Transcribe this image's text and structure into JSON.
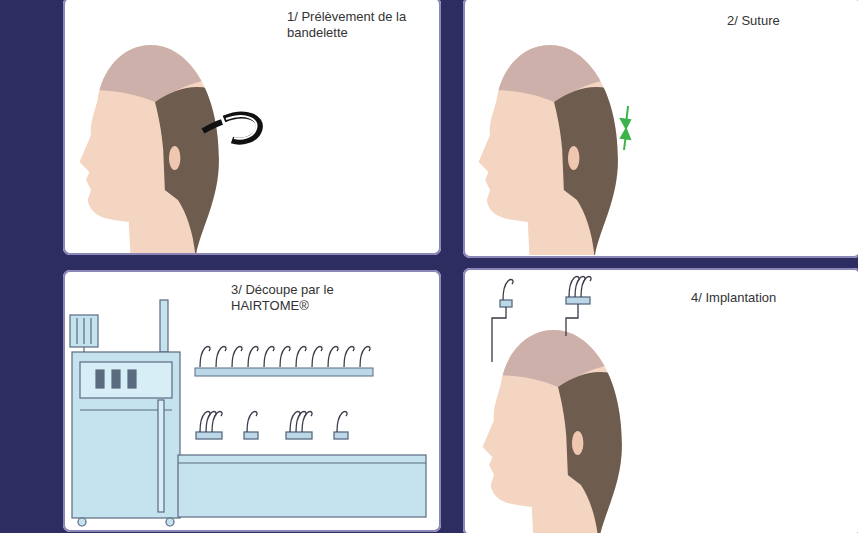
{
  "diagram": {
    "nodes": [
      {
        "text": [
          "1/ Prélèvement de la bandelette"
        ]
      },
      {
        "text": [
          "2/ Suture"
        ]
      },
      {
        "text": [
          "3/ Découpe par le HAIRTOME®"
        ]
      },
      {
        "text": [
          "4/ Implantation"
        ]
      }
    ]
  }
}
